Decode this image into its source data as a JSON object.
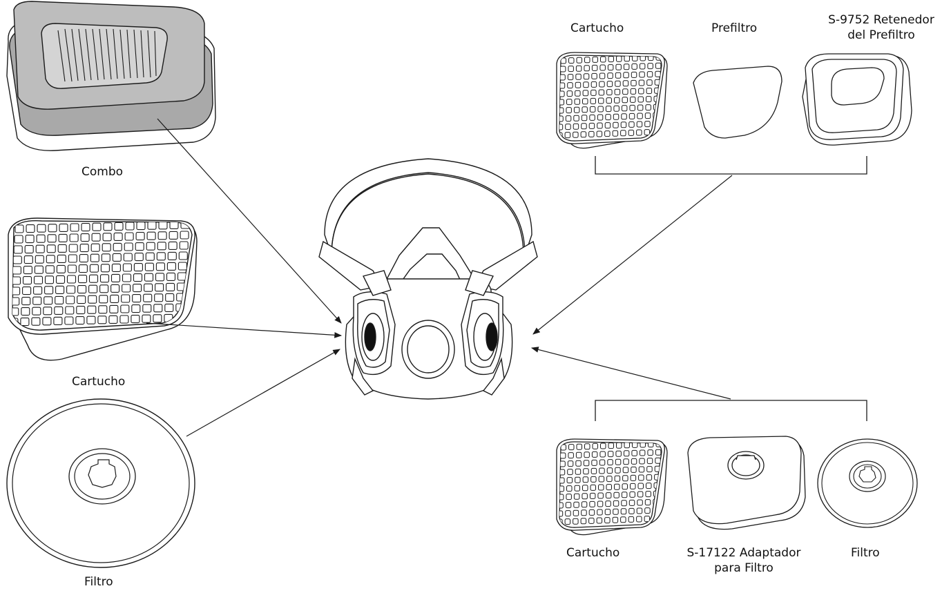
{
  "labels": {
    "combo": "Combo",
    "cartucho_left": "Cartucho",
    "filtro_left": "Filtro",
    "top_cartucho": "Cartucho",
    "top_prefiltro": "Prefiltro",
    "top_retenedor_line1": "S-9752 Retenedor",
    "top_retenedor_line2": "del Prefiltro",
    "bottom_cartucho": "Cartucho",
    "bottom_adaptador_line1": "S-17122 Adaptador",
    "bottom_adaptador_line2": "para Filtro",
    "bottom_filtro": "Filtro"
  },
  "colors": {
    "line": "#1a1a1a",
    "combo_fill": "#a9a9a9",
    "combo_top": "#bdbdbd",
    "background": "#ffffff"
  }
}
